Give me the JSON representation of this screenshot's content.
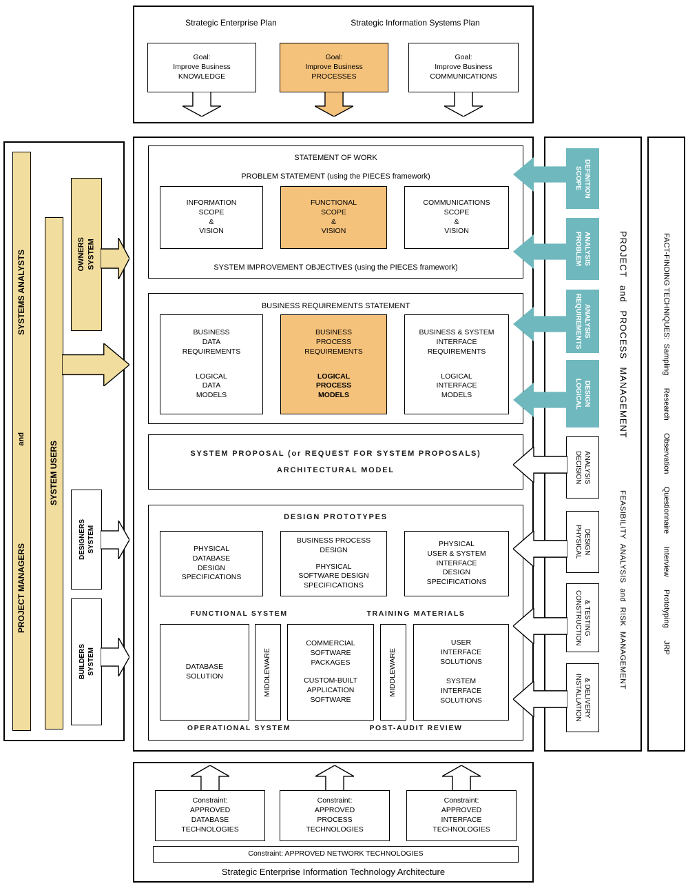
{
  "colors": {
    "orange": "#F5C27B",
    "yellow": "#F1DD9E",
    "teal": "#6FB8BD"
  },
  "top_plan": {
    "enterprise_plan_title": "Strategic Enterprise Plan",
    "info_systems_plan_title": "Strategic Information Systems Plan",
    "goals": [
      {
        "label": "Goal:\nImprove Business\nKNOWLEDGE",
        "highlighted": false
      },
      {
        "label": "Goal:\nImprove Business\nPROCESSES",
        "highlighted": true
      },
      {
        "label": "Goal:\nImprove Business\nCOMMUNICATIONS",
        "highlighted": false
      }
    ]
  },
  "stakeholders": {
    "systems_analysts": "SYSTEMS ANALYSTS",
    "and_word": "and",
    "project_managers": "PROJECT MANAGERS",
    "system_users": "SYSTEM USERS",
    "system_owners": "SYSTEM\nOWNERS",
    "system_designers": "SYSTEM\nDESIGNERS",
    "system_builders": "SYSTEM\nBUILDERS"
  },
  "scope_phase": {
    "statement_of_work": "STATEMENT OF WORK",
    "problem_statement": "PROBLEM STATEMENT (using the PIECES framework)",
    "information_scope": "INFORMATION\nSCOPE\n&\nVISION",
    "functional_scope": "FUNCTIONAL\nSCOPE\n&\nVISION",
    "communications_scope": "COMMUNICATIONS\nSCOPE\n&\nVISION",
    "improvement_objectives": "SYSTEM IMPROVEMENT OBJECTIVES (using the PIECES framework)"
  },
  "requirements_phase": {
    "title": "BUSINESS REQUIREMENTS STATEMENT",
    "data_requirements": "BUSINESS\nDATA\nREQUIREMENTS",
    "logical_data_models": "LOGICAL\nDATA\nMODELS",
    "process_requirements": "BUSINESS\nPROCESS\nREQUIREMENTS",
    "logical_process_models": "LOGICAL\nPROCESS\nMODELS",
    "interface_requirements": "BUSINESS & SYSTEM\nINTERFACE\nREQUIREMENTS",
    "logical_interface_models": "LOGICAL\nINTERFACE\nMODELS"
  },
  "proposal_phase": {
    "line1": "SYSTEM PROPOSAL (or REQUEST FOR SYSTEM PROPOSALS)",
    "line2": "ARCHITECTURAL MODEL"
  },
  "design_phase": {
    "title": "DESIGN PROTOTYPES",
    "physical_database": "PHYSICAL\nDATABASE\nDESIGN\nSPECIFICATIONS",
    "business_process_design": "BUSINESS PROCESS\nDESIGN",
    "physical_software": "PHYSICAL\nSOFTWARE DESIGN\nSPECIFICATIONS",
    "physical_interface": "PHYSICAL\nUSER & SYSTEM\nINTERFACE\nDESIGN\nSPECIFICATIONS",
    "functional_system": "FUNCTIONAL SYSTEM",
    "training_materials": "TRAINING MATERIALS",
    "database_solution": "DATABASE\nSOLUTION",
    "middleware": "MIDDLEWARE",
    "commercial_software": "COMMERCIAL\nSOFTWARE\nPACKAGES",
    "custom_software": "CUSTOM-BUILT\nAPPLICATION\nSOFTWARE",
    "user_interface_solutions": "USER\nINTERFACE\nSOLUTIONS",
    "system_interface_solutions": "SYSTEM\nINTERFACE\nSOLUTIONS",
    "operational_system": "OPERATIONAL SYSTEM",
    "post_audit_review": "POST-AUDIT REVIEW"
  },
  "phases": [
    {
      "label": "SCOPE\nDEFINITION",
      "style": "teal"
    },
    {
      "label": "PROBLEM\nANALYSIS",
      "style": "teal"
    },
    {
      "label": "REQUIREMENTS\nANALYSIS",
      "style": "teal"
    },
    {
      "label": "LOGICAL\nDESIGN",
      "style": "teal"
    },
    {
      "label": "DECISION\nANALYSIS",
      "style": "white"
    },
    {
      "label": "PHYSICAL\nDESIGN",
      "style": "white"
    },
    {
      "label": "CONSTRUCTION\n& TESTING",
      "style": "white"
    },
    {
      "label": "INSTALLATION\n& DELIVERY",
      "style": "white"
    }
  ],
  "management": {
    "project_process": "PROJECT and PROCESS MANAGEMENT",
    "feasibility_risk": "FEASIBILITY ANALYSIS and RISK MANAGEMENT"
  },
  "fact_finding": {
    "label": "FACT-FINDING TECHNIQUES:  Sampling      Research      Observation      Questionnaire      Interview      Prototyping      JRP"
  },
  "architecture": {
    "database_constraint": "Constraint:\nAPPROVED\nDATABASE\nTECHNOLOGIES",
    "process_constraint": "Constraint:\nAPPROVED\nPROCESS\nTECHNOLOGIES",
    "interface_constraint": "Constraint:\nAPPROVED\nINTERFACE\nTECHNOLOGIES",
    "network_constraint": "Constraint: APPROVED NETWORK TECHNOLOGIES",
    "caption": "Strategic Enterprise Information Technology Architecture"
  }
}
